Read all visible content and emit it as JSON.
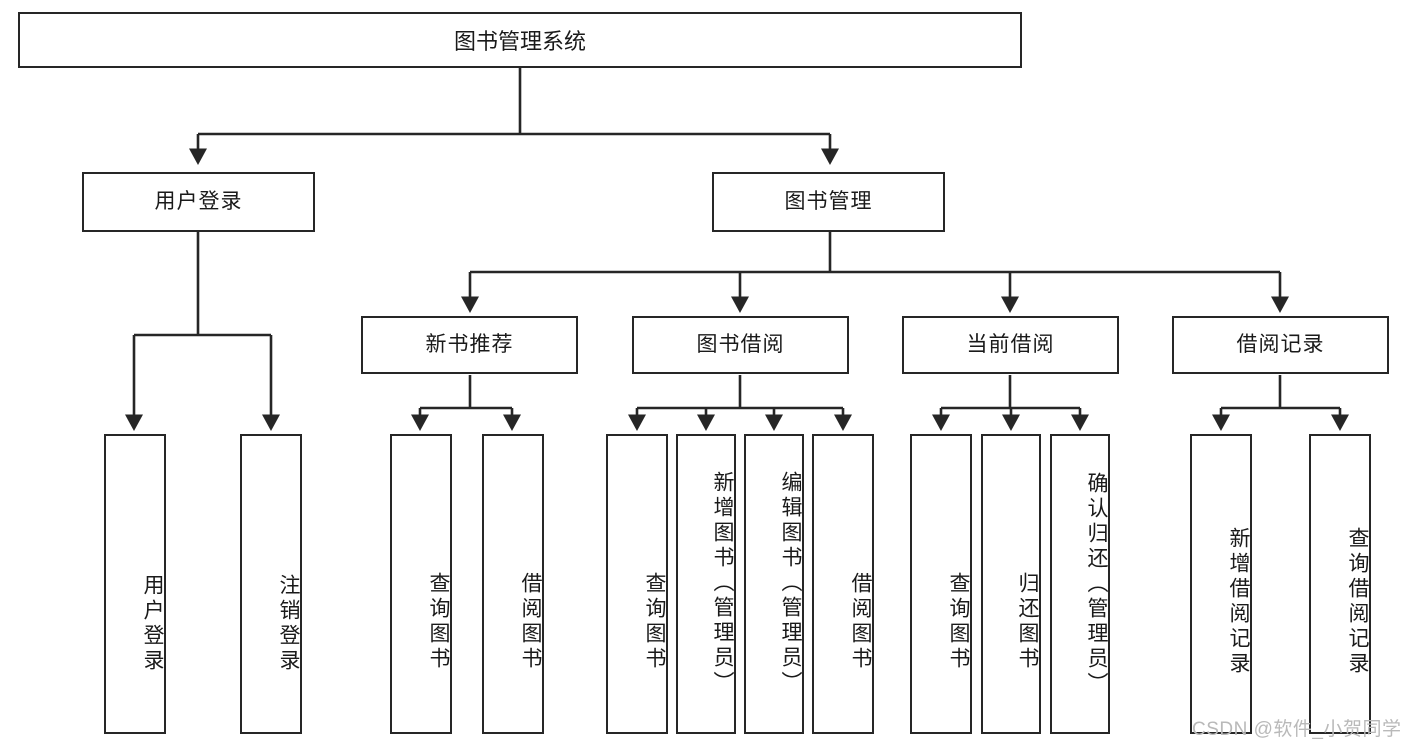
{
  "diagram": {
    "title": "图书管理系统",
    "type": "hierarchy-tree",
    "watermark": "CSDN @软件_小贺同学",
    "colors": {
      "stroke": "#262626",
      "fill": "#ffffff",
      "text": "#1a1a1a",
      "watermark": "#b9b9b9"
    },
    "root": {
      "label": "图书管理系统"
    },
    "level2": [
      {
        "label": "用户登录"
      },
      {
        "label": "图书管理"
      }
    ],
    "level3": [
      {
        "label": "新书推荐"
      },
      {
        "label": "图书借阅"
      },
      {
        "label": "当前借阅"
      },
      {
        "label": "借阅记录"
      }
    ],
    "leaves": {
      "user_login": [
        {
          "label": "用户登录"
        },
        {
          "label": "注销登录"
        }
      ],
      "new_book_recommend": [
        {
          "label": "查询图书"
        },
        {
          "label": "借阅图书"
        }
      ],
      "book_borrow": [
        {
          "label": "查询图书"
        },
        {
          "label": "新增图书（管理员）"
        },
        {
          "label": "编辑图书（管理员）"
        },
        {
          "label": "借阅图书"
        }
      ],
      "current_borrow": [
        {
          "label": "查询图书"
        },
        {
          "label": "归还图书"
        },
        {
          "label": "确认归还（管理员）"
        }
      ],
      "borrow_records": [
        {
          "label": "新增借阅记录"
        },
        {
          "label": "查询借阅记录"
        }
      ]
    }
  }
}
